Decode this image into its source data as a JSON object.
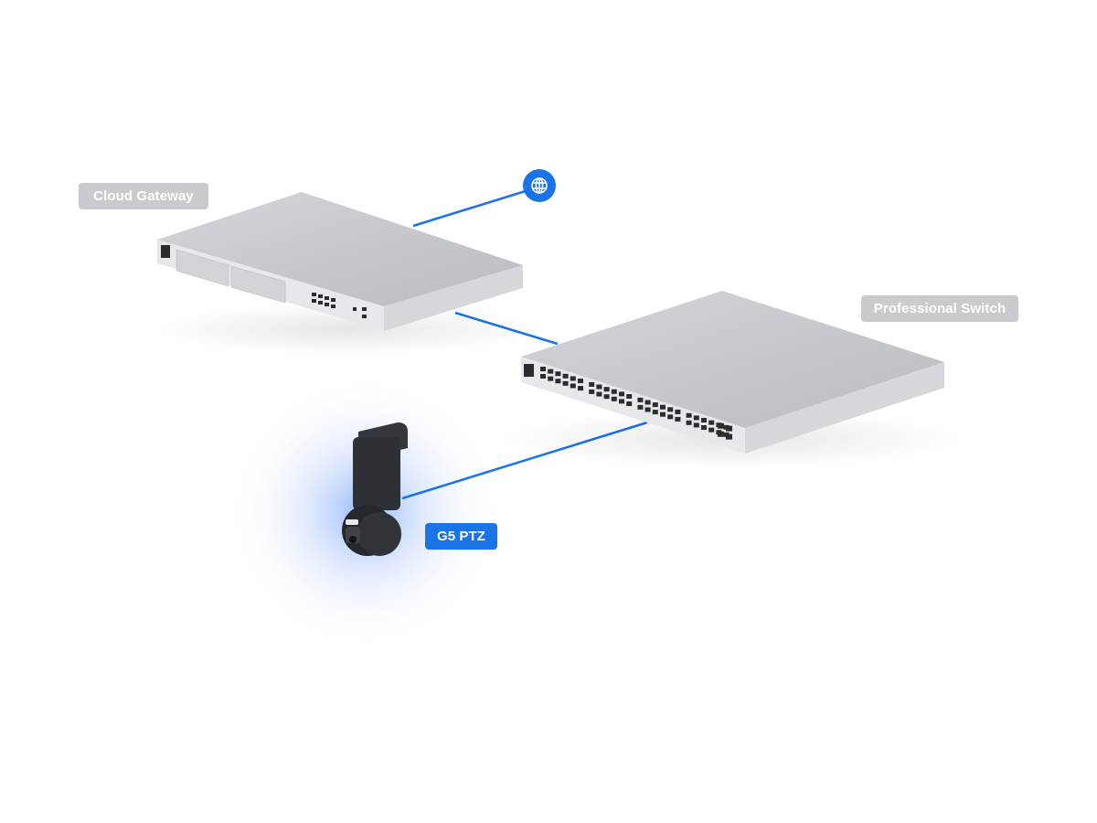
{
  "diagram": {
    "nodes": [
      {
        "id": "gateway",
        "label": "Cloud Gateway",
        "type": "router-1u"
      },
      {
        "id": "switch",
        "label": "Professional Switch",
        "type": "switch-48port-1u"
      },
      {
        "id": "camera",
        "label": "G5 PTZ",
        "type": "ptz-camera",
        "highlighted": true
      },
      {
        "id": "internet",
        "label": "",
        "type": "globe-icon"
      }
    ],
    "edges": [
      {
        "from": "gateway",
        "to": "internet"
      },
      {
        "from": "gateway",
        "to": "switch"
      },
      {
        "from": "switch",
        "to": "camera"
      }
    ],
    "colors": {
      "link": "#1a73e8",
      "highlight_label_bg": "#1a73e8",
      "label_bg": "#c9cbce",
      "device_top": "#c4c7cc",
      "device_front": "#e6e7ea",
      "camera_body": "#2d3035"
    }
  }
}
